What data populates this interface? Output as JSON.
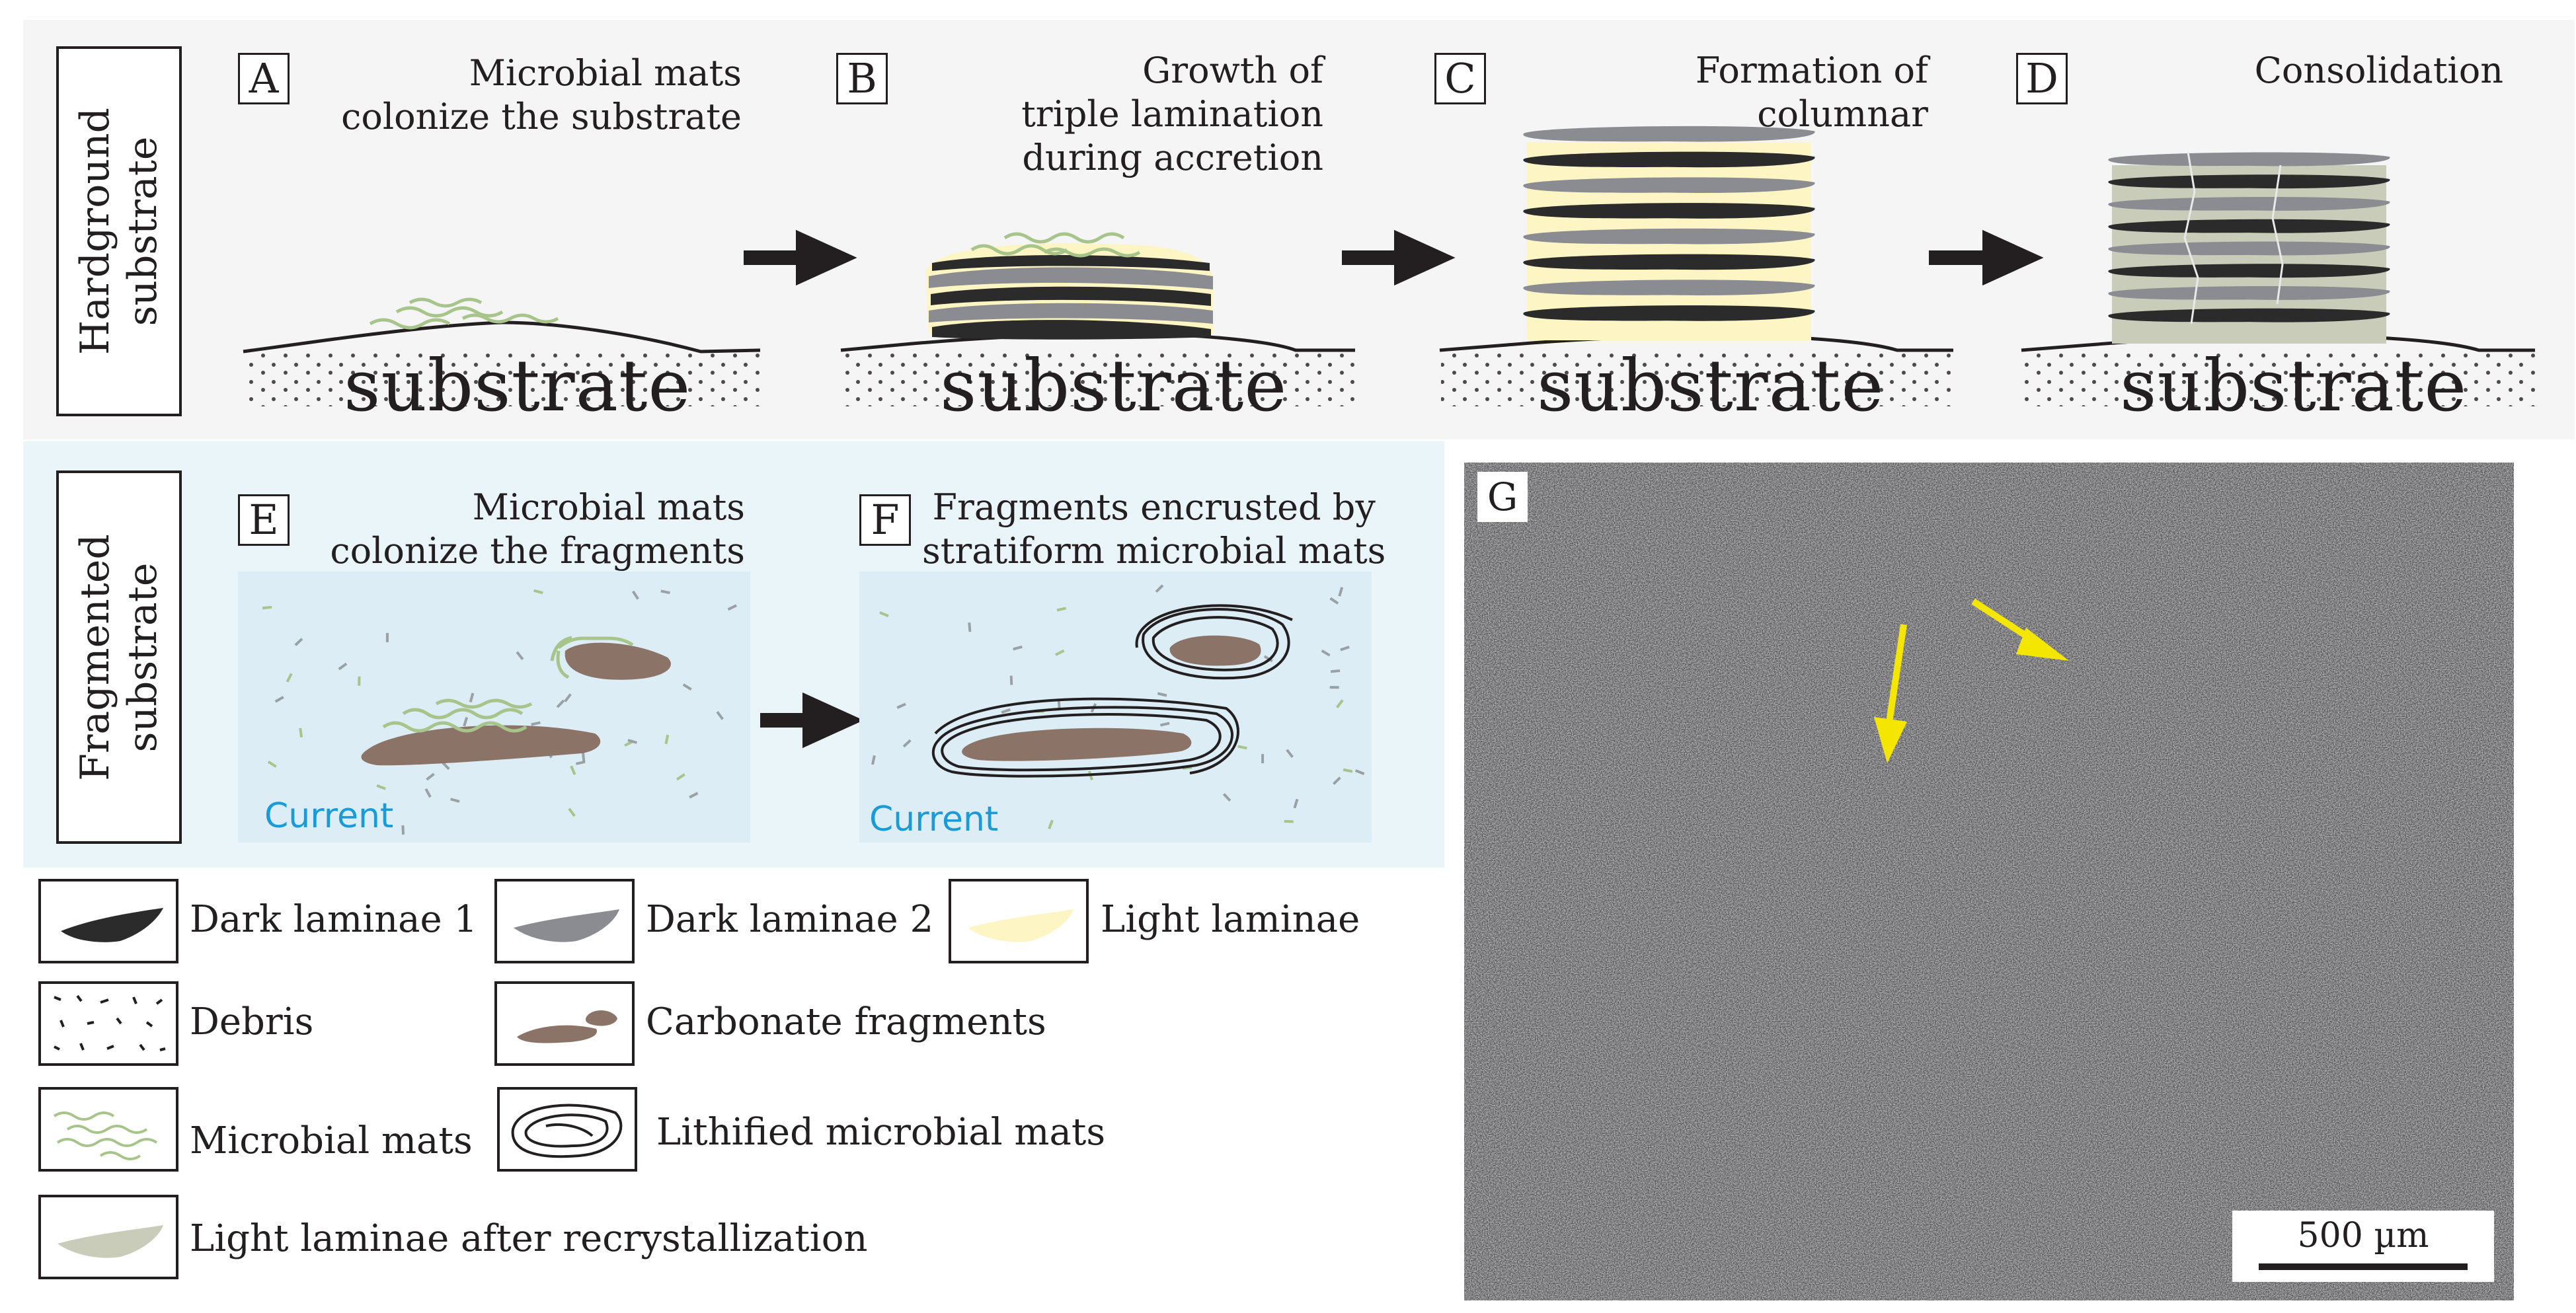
{
  "rows": {
    "hardground": {
      "label_line1": "Hardground",
      "label_line2": "substrate"
    },
    "fragmented": {
      "label_line1": "Fragmented",
      "label_line2": "substrate"
    }
  },
  "panels": {
    "A": {
      "letter": "A",
      "caption": "Microbial mats\ncolonize the substrate",
      "substrate": "substrate"
    },
    "B": {
      "letter": "B",
      "caption": "Growth of\ntriple lamination\nduring accretion",
      "substrate": "substrate"
    },
    "C": {
      "letter": "C",
      "caption": "Formation of\ncolumnar",
      "substrate": "substrate"
    },
    "D": {
      "letter": "D",
      "caption": "Consolidation",
      "substrate": "substrate"
    },
    "E": {
      "letter": "E",
      "caption": "Microbial mats\ncolonize the fragments",
      "current": "Current"
    },
    "F": {
      "letter": "F",
      "caption": "Fragments encrusted by\nstratiform microbial mats",
      "current": "Current"
    },
    "G": {
      "letter": "G",
      "scale_label": "500 µm"
    }
  },
  "legend": [
    {
      "key": "dark1",
      "label": "Dark laminae 1",
      "color": "#2b2b2b"
    },
    {
      "key": "dark2",
      "label": "Dark laminae 2",
      "color": "#8a8c91"
    },
    {
      "key": "light",
      "label": "Light laminae",
      "color": "#fdf5c4"
    },
    {
      "key": "debris",
      "label": "Debris"
    },
    {
      "key": "fragments",
      "label": "Carbonate fragments",
      "color": "#8b7367"
    },
    {
      "key": "mats",
      "label": "Microbial mats",
      "color": "#a7c48a"
    },
    {
      "key": "lithified",
      "label": "Lithified microbial mats"
    },
    {
      "key": "recryst",
      "label": "Light laminae after recrystallization",
      "color": "#c8ccb8"
    }
  ],
  "colors": {
    "current_text": "#1a9bd7",
    "arrow_markers": "#f4e600",
    "top_band": "#f5f5f5",
    "middle_band": "#eaf5fa"
  }
}
